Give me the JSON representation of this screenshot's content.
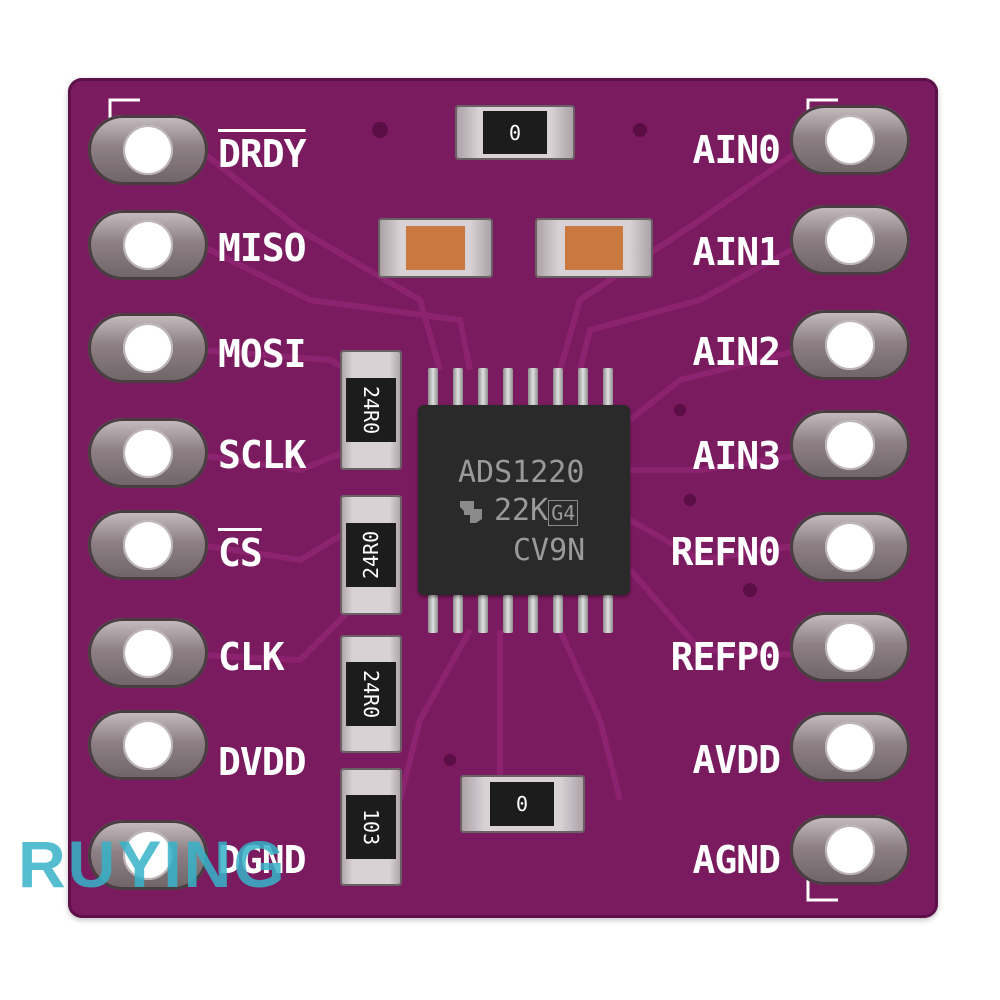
{
  "board": {
    "color": "#7a1a5f",
    "left_pins": [
      "DRDY",
      "MISO",
      "MOSI",
      "SCLK",
      "CS",
      "CLK",
      "DVDD",
      "DGND"
    ],
    "right_pins": [
      "AIN0",
      "AIN1",
      "AIN2",
      "AIN3",
      "REFN0",
      "REFP0",
      "AVDD",
      "AGND"
    ],
    "chip": {
      "line1": "ADS1220",
      "line2": "22K",
      "line2_suffix": "G4",
      "line3": "CV9N"
    },
    "resistors": {
      "top": "0",
      "bottom": "0",
      "r1": "24R0",
      "r2": "24R0",
      "r3": "24R0",
      "r4": "103"
    }
  },
  "watermark": {
    "text": "RUYING",
    "color": "#37b3c8"
  }
}
